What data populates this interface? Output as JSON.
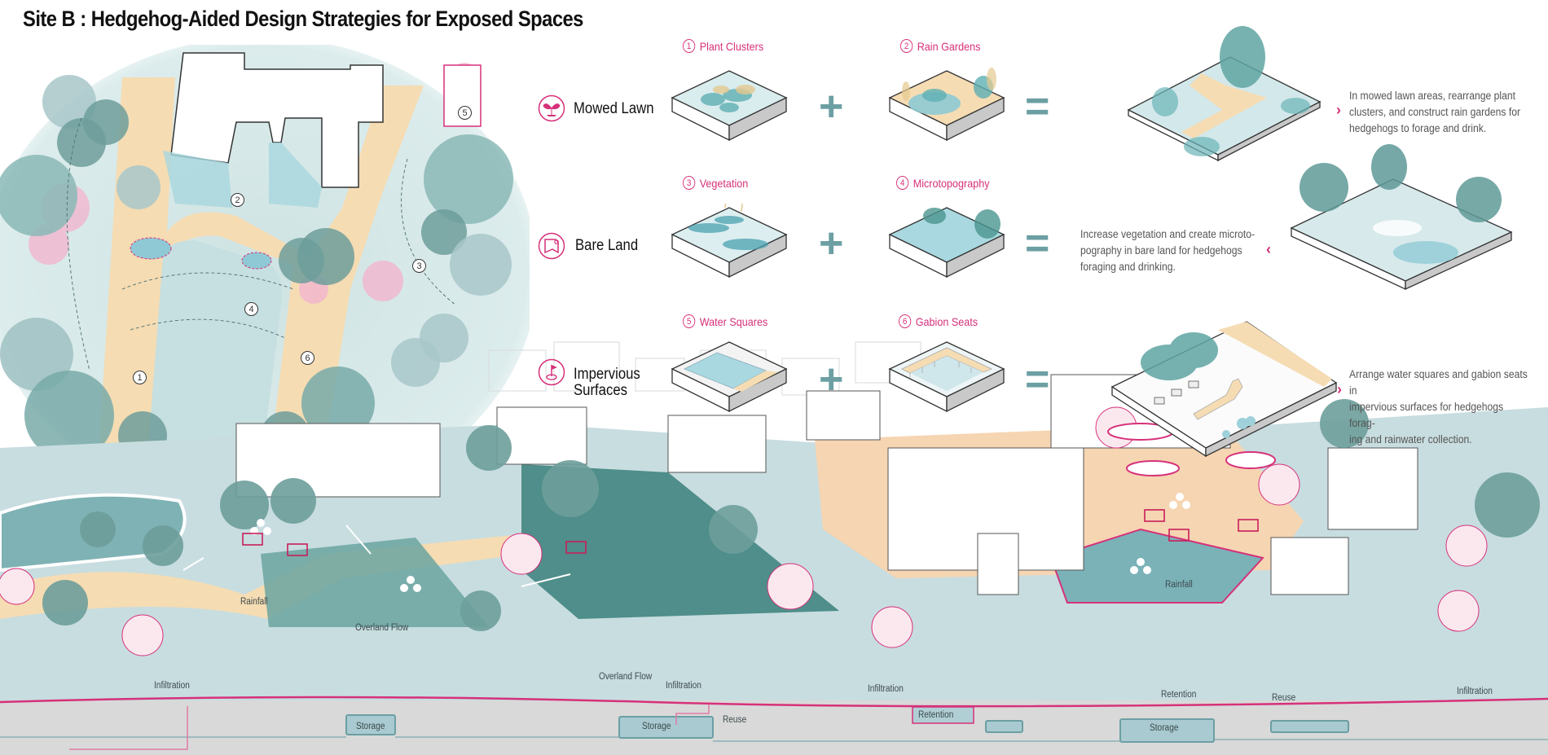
{
  "title": "Site B : Hedgehog-Aided Design Strategies for Exposed Spaces",
  "colors": {
    "accent_pink": "#d6317a",
    "operator_teal": "#6c9fa3",
    "water_blue": "#a8d7df",
    "path_sand": "#f5dcb3",
    "tree_teal": "#5f9a98",
    "ground_grey": "#d9d9d9"
  },
  "operators": {
    "plus": "+",
    "equals": "="
  },
  "rows": [
    {
      "icon": "sprout-icon",
      "label": "Mowed Lawn",
      "items": [
        {
          "num": "1",
          "label": "Plant Clusters"
        },
        {
          "num": "2",
          "label": "Rain Gardens"
        }
      ],
      "description": [
        "In mowed lawn areas, rearrange plant",
        "clusters, and construct rain gardens for",
        "hedgehogs to forage and drink."
      ],
      "chevron": "›"
    },
    {
      "icon": "bare-land-icon",
      "label": "Bare Land",
      "items": [
        {
          "num": "3",
          "label": "Vegetation"
        },
        {
          "num": "4",
          "label": "Microtopography"
        }
      ],
      "description": [
        "Increase vegetation and create microto-",
        "pography in bare land for hedgehogs",
        "foraging and drinking."
      ],
      "chevron": "‹"
    },
    {
      "icon": "flag-pin-icon",
      "label_lines": [
        "Impervious",
        "Surfaces"
      ],
      "items": [
        {
          "num": "5",
          "label": "Water Squares"
        },
        {
          "num": "6",
          "label": "Gabion Seats"
        }
      ],
      "description": [
        "Arrange water squares and gabion seats in",
        "impervious surfaces for hedgehogs forag-",
        "ing and rainwater collection."
      ],
      "chevron": "›"
    }
  ],
  "plan_markers": [
    "1",
    "2",
    "3",
    "4",
    "5",
    "6"
  ],
  "section_labels": {
    "rainfall": "Rainfall",
    "overland_flow": "Overland Flow",
    "infiltration": "Infiltration",
    "storage": "Storage",
    "reuse": "Reuse",
    "retention": "Retention"
  }
}
